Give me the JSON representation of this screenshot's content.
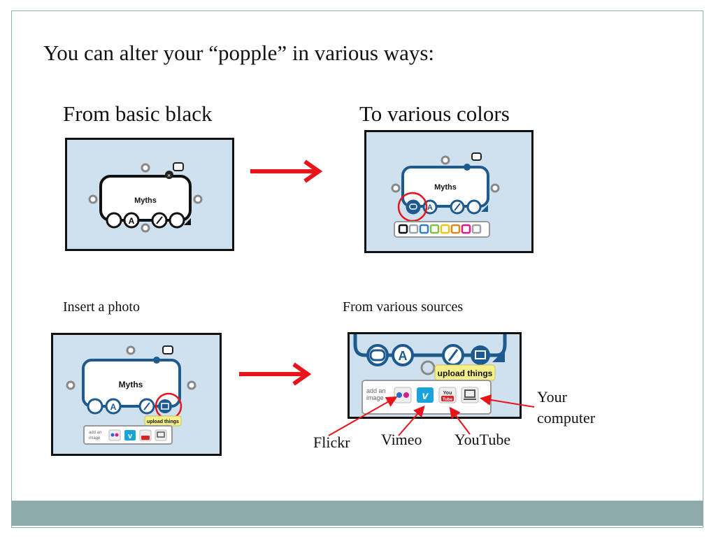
{
  "slide": {
    "title": "You can alter your “popple” in various ways:",
    "from_heading": "From basic black",
    "to_heading": "To various colors",
    "insert_label": "Insert a photo",
    "sources_label": "From various sources"
  },
  "popple": {
    "name": "Myths",
    "upload_tooltip": "upload things",
    "add_image_label": "add an image",
    "youtube_icon_text_top": "You",
    "youtube_icon_text_bottom": "Tube",
    "vimeo_icon_text": "v"
  },
  "callouts": {
    "flickr": "Flickr",
    "vimeo": "Vimeo",
    "youtube": "YouTube",
    "computer_line1": "Your",
    "computer_line2": "computer"
  },
  "colors": {
    "arrow": "#e8141a",
    "popple_blue": "#1c5a8f",
    "shot_bg": "#cfe1ef",
    "footer": "#8faaaa"
  },
  "swatches": [
    "#111111",
    "#9aa4ad",
    "#2f7fc1",
    "#7cc04b",
    "#f0c419",
    "#e2871d",
    "#e0198a",
    "#a0a0a0"
  ]
}
